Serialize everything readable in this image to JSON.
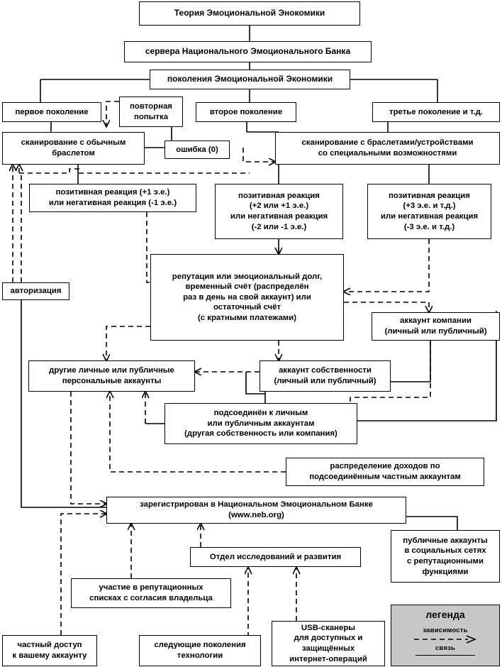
{
  "diagram": {
    "title": "Теория Эмоциональной Энокомики",
    "language": "ru",
    "nodes": {
      "theory": {
        "label": "Теория Эмоциональной Энокомики"
      },
      "servers": {
        "label": "сервера Национального Эмоционального Банка"
      },
      "generations": {
        "label": "поколения Эмоциональной Экономики"
      },
      "gen1": {
        "label": "первое поколение"
      },
      "retry": {
        "label": "повторная\nпопытка"
      },
      "gen2": {
        "label": "второе поколение"
      },
      "gen3": {
        "label": "третье поколение и т.д."
      },
      "scan_normal": {
        "label": "сканирование с обычным\nбраслетом"
      },
      "error": {
        "label": "ошибка (0)"
      },
      "scan_special": {
        "label": "сканирование с браслетами/устройствами\nсо специальными возможностями"
      },
      "react1": {
        "label": "позитивная реакция (+1 э.е.)\nили негативная реакция (-1 э.е.)"
      },
      "react2": {
        "label": "позитивная реакция\n(+2 или +1 э.е.)\nили негативная реакция\n(-2 или -1 э.е.)"
      },
      "react3": {
        "label": "позитивная реакция\n(+3 э.е. и т.д.)\nили негативная реакция\n(-3 э.е. и т.д.)"
      },
      "authorization": {
        "label": "авторизация"
      },
      "reputation": {
        "label": "репутация или эмоциональный долг,\nвременный счёт (распределён\nраз в день на свой аккаунт) или\nостаточный счёт\n(с кратными платежами)"
      },
      "company_acc": {
        "label": "аккаунт компании\n(личный или публичный)"
      },
      "other_acc": {
        "label": "другие личные или публичные\nперсональные аккаунты"
      },
      "property_acc": {
        "label": "аккаунт собственности\n(личный или публичный)"
      },
      "connected": {
        "label": "подсоединён к личным\nили публичным аккаунтам\n(другая собственность или компания)"
      },
      "income": {
        "label": "распределение доходов по\nподсоединённым частным аккаунтам"
      },
      "registered": {
        "label": "зарегистрирован в Национальном Эмоциональном Банке\n(www.neb.org)"
      },
      "public_social": {
        "label": "публичные аккаунты\nв социальных сетях\nс репутационными\nфункциями"
      },
      "rnd": {
        "label": "Отдел исследований и развития"
      },
      "rep_lists": {
        "label": "участие в репутационных\nсписках с согласия владельца"
      },
      "usb": {
        "label": "USB-сканеры\nдля доступных и\nзащищённых\nинтернет-операций"
      },
      "private_access": {
        "label": "частный доступ\nк вашему аккаунту"
      },
      "next_gen": {
        "label": "следующие поколения\nтехнологии"
      }
    },
    "legend": {
      "title": "легенда",
      "dependency_label": "зависимость",
      "relation_label": "связь",
      "background_color": "#c8c8c8",
      "line_color": "#000000"
    }
  }
}
